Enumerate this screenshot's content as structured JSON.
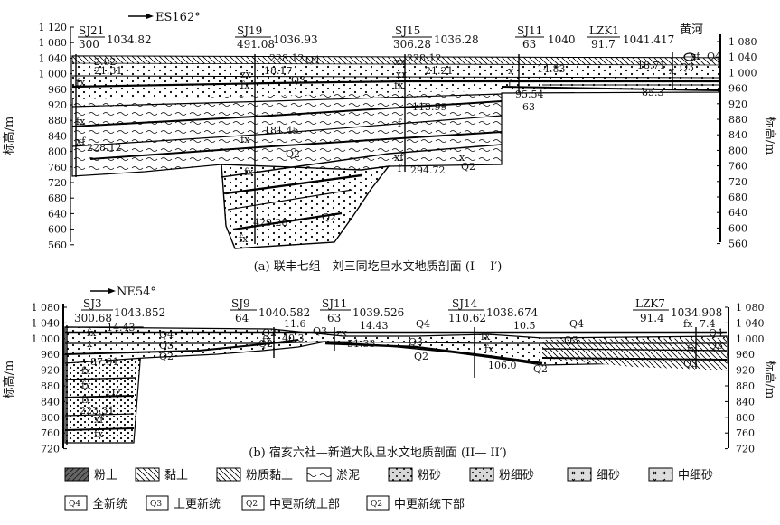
{
  "panel_a": {
    "direction": "ES162°",
    "caption": "(a) 联丰七组—刘三同圪旦水文地质剖面 (I— I′)",
    "axis_label": "标高/m",
    "left_ticks": [
      "1 120",
      "1 080",
      "1 040",
      "1 000",
      "960",
      "920",
      "880",
      "840",
      "800",
      "760",
      "720",
      "680",
      "640",
      "600",
      "560"
    ],
    "right_ticks": [
      "1 080",
      "1 040",
      "1 000",
      "960",
      "920",
      "880",
      "840",
      "800",
      "760",
      "720",
      "680",
      "640",
      "600",
      "560"
    ],
    "river": "黄河",
    "boreholes": [
      {
        "id": "SJ21",
        "depth": "300",
        "elev": "1034.82"
      },
      {
        "id": "SJ19",
        "depth": "491.08",
        "elev": "1036.93"
      },
      {
        "id": "SJ15",
        "depth": "306.28",
        "elev": "1036.28"
      },
      {
        "id": "SJ11",
        "depth": "63",
        "elev": "1040"
      },
      {
        "id": "LZK1",
        "depth": "91.7",
        "elev": "1041.417"
      }
    ],
    "labels": {
      "d1": "2.82",
      "d2": "21.31",
      "d3": "228.12",
      "d4": "228.12",
      "d5": "18.17",
      "d6": "228.12",
      "d7": "21.21",
      "d8": "14.83",
      "d9": "18.71",
      "d10": "95.54",
      "d11": "63",
      "d12": "85.3",
      "d13": "113.99",
      "d14": "181.45",
      "d15": "294.72",
      "d16": "429.28",
      "q4a": "Q4",
      "q3a": "Q3",
      "q4b": "Q4",
      "q3b": "Q3",
      "q2a": "Q2",
      "q2b": "Q2",
      "q2c": "Q2",
      "xf1": "xf",
      "f1": "fx",
      "f2": "fx",
      "f3": "xf",
      "f4": "zx",
      "f5": "fx",
      "f6": "fx",
      "f7": "fx",
      "f8": "xz",
      "f9": "fx",
      "f10": "f",
      "f11": "x",
      "f12": "f",
      "f13": "xf",
      "f14": "f",
      "f15": "x",
      "f16": "x",
      "f17": "xx",
      "f18": "fx"
    }
  },
  "panel_b": {
    "direction": "NE54°",
    "caption": "(b) 宿亥六社—新道大队旦水文地质剖面 (II— II′)",
    "axis_label": "标高/m",
    "left_ticks": [
      "1 080",
      "1 040",
      "1 000",
      "960",
      "920",
      "880",
      "840",
      "800",
      "760",
      "720"
    ],
    "right_ticks": [
      "1 080",
      "1 040",
      "1 000",
      "960",
      "920",
      "880",
      "840",
      "800",
      "760",
      "720"
    ],
    "boreholes": [
      {
        "id": "SJ3",
        "depth": "300.68",
        "elev": "1043.852"
      },
      {
        "id": "SJ9",
        "depth": "64",
        "elev": "1040.582"
      },
      {
        "id": "SJ11",
        "depth": "63",
        "elev": "1039.526"
      },
      {
        "id": "SJ14",
        "depth": "110.62",
        "elev": "1038.674"
      },
      {
        "id": "LZK7",
        "depth": "91.4",
        "elev": "1034.908"
      }
    ],
    "labels": {
      "d1": "14.43",
      "d2": "87.91",
      "d3": "223.31",
      "d4": "11.6",
      "d5": "40.3",
      "d6": "14.43",
      "d7": "51.33",
      "d8": "10.5",
      "d9": "106.0",
      "d10": "7.4",
      "q1": "Q4",
      "q2": "Q3",
      "q3": "Q2",
      "q4": "Q3",
      "q5": "Q2",
      "q6": "Q2",
      "q7": "Q4",
      "q8": "Q3",
      "q9": "Q2",
      "q10": "Q4",
      "q11": "Q3",
      "q12": "Q2",
      "q13": "Q4",
      "q14": "Q3",
      "q15": "Q3",
      "q16": "Q2",
      "f1": "fx",
      "f2": "x",
      "f3": "fx",
      "f4": "fx",
      "f5": "fx",
      "f6": "xf",
      "f7": "fx",
      "f8": "fx",
      "f9": "zx",
      "f10": "fx",
      "f11": "fx",
      "f12": "fx",
      "f13": "fx"
    }
  },
  "legend": {
    "items": [
      "粉土",
      "黏土",
      "粉质黏土",
      "淤泥",
      "粉砂",
      "粉细砂",
      "细砂",
      "中细砂"
    ],
    "strata": [
      "全新统",
      "上更新统",
      "中更新统上部",
      "中更新统下部"
    ],
    "strata_symbols": [
      "Q4",
      "Q3",
      "Q2",
      "Q2"
    ]
  }
}
